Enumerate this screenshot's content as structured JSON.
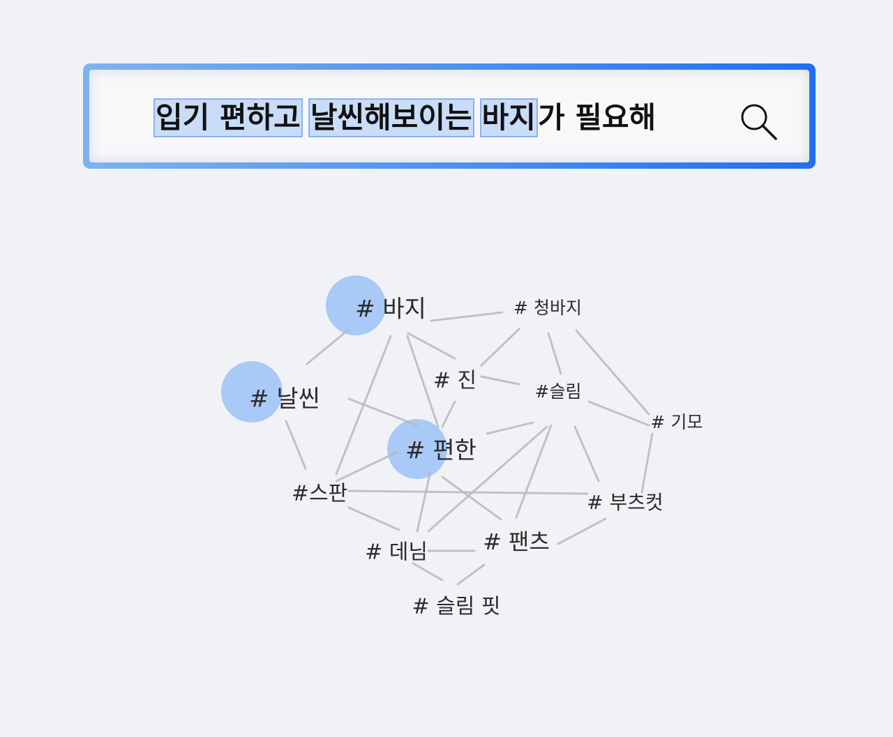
{
  "search": {
    "query_segments": [
      {
        "text": "입기 편하고",
        "highlight": true
      },
      {
        "text": "날씬해보이는",
        "highlight": true
      },
      {
        "text": "바지",
        "highlight": true
      },
      {
        "text": "가 필요해",
        "highlight": false
      }
    ],
    "icon": "search-icon",
    "border_color_start": "#7eb3f0",
    "border_color_end": "#1f6ff0",
    "highlight_color": "#c9dcf8"
  },
  "keyword_graph": {
    "highlight_color": "#a9c9f6",
    "nodes": [
      {
        "id": "baji",
        "label": "# 바지",
        "highlighted": true
      },
      {
        "id": "cheongbaji",
        "label": "# 청바지",
        "highlighted": false
      },
      {
        "id": "nalssin",
        "label": "# 날씬",
        "highlighted": true
      },
      {
        "id": "jin",
        "label": "# 진",
        "highlighted": false
      },
      {
        "id": "seullim",
        "label": "#슬림",
        "highlighted": false
      },
      {
        "id": "gimo",
        "label": "# 기모",
        "highlighted": false
      },
      {
        "id": "pyeonhan",
        "label": "# 편한",
        "highlighted": true
      },
      {
        "id": "seupan",
        "label": "#스판",
        "highlighted": false
      },
      {
        "id": "buchkeut",
        "label": "# 부츠컷",
        "highlighted": false
      },
      {
        "id": "denim",
        "label": "# 데님",
        "highlighted": false
      },
      {
        "id": "paenchu",
        "label": "# 팬츠",
        "highlighted": false
      },
      {
        "id": "seullimpit",
        "label": "# 슬림 핏",
        "highlighted": false
      }
    ],
    "edges": [
      [
        "baji",
        "cheongbaji"
      ],
      [
        "baji",
        "nalssin"
      ],
      [
        "baji",
        "jin"
      ],
      [
        "baji",
        "pyeonhan"
      ],
      [
        "baji",
        "seupan"
      ],
      [
        "cheongbaji",
        "jin"
      ],
      [
        "cheongbaji",
        "seullim"
      ],
      [
        "cheongbaji",
        "gimo"
      ],
      [
        "jin",
        "seullim"
      ],
      [
        "jin",
        "pyeonhan"
      ],
      [
        "nalssin",
        "pyeonhan"
      ],
      [
        "nalssin",
        "seupan"
      ],
      [
        "seullim",
        "gimo"
      ],
      [
        "seullim",
        "pyeonhan"
      ],
      [
        "seullim",
        "paenchu"
      ],
      [
        "seullim",
        "denim"
      ],
      [
        "seullim",
        "buchkeut"
      ],
      [
        "gimo",
        "buchkeut"
      ],
      [
        "pyeonhan",
        "seupan"
      ],
      [
        "pyeonhan",
        "denim"
      ],
      [
        "pyeonhan",
        "paenchu"
      ],
      [
        "seupan",
        "buchkeut"
      ],
      [
        "seupan",
        "denim"
      ],
      [
        "denim",
        "paenchu"
      ],
      [
        "denim",
        "seullimpit"
      ],
      [
        "paenchu",
        "seullimpit"
      ],
      [
        "paenchu",
        "buchkeut"
      ]
    ]
  }
}
